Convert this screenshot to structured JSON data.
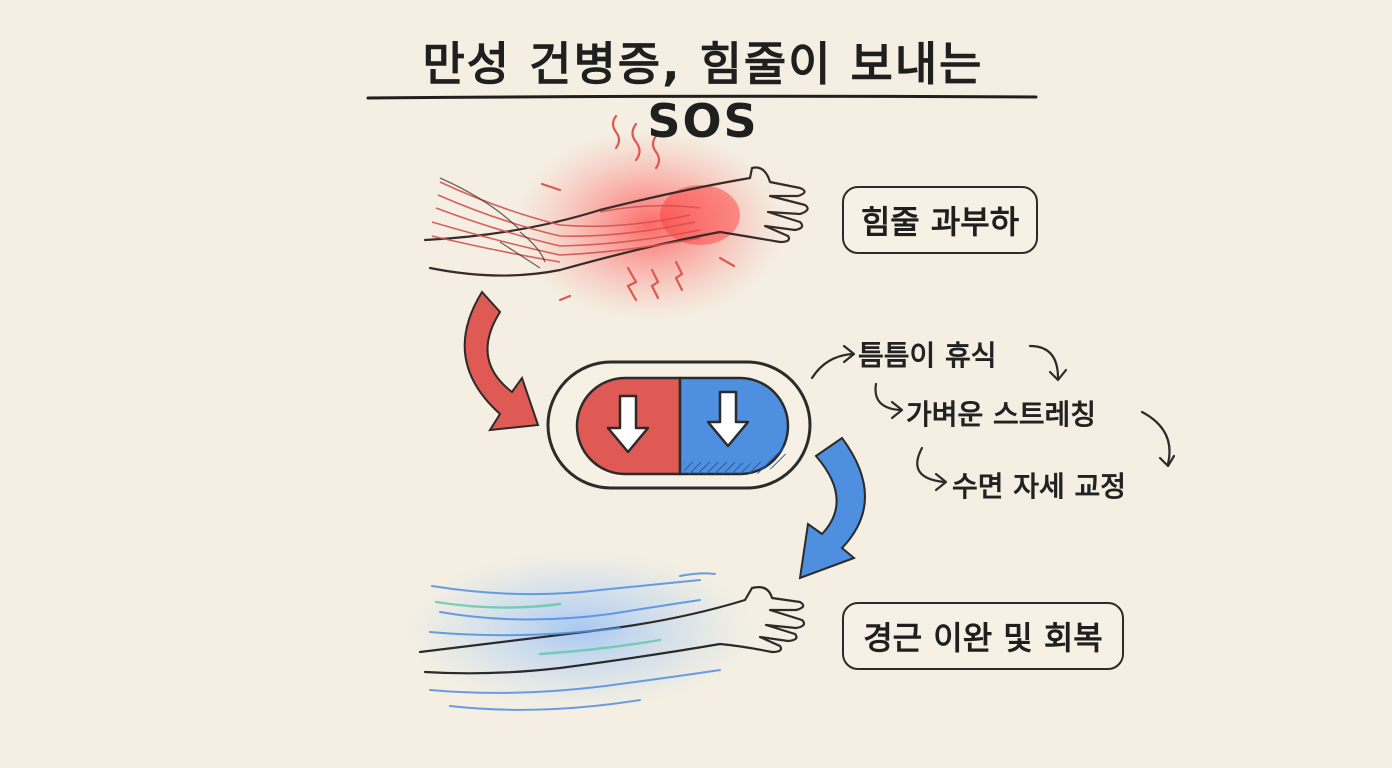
{
  "title": "만성 건병증, 힘줄이 보내는 SOS",
  "labels": {
    "overload": "힘줄 과부하",
    "recovery": "경근 이완 및 회복"
  },
  "steps": [
    "틈틈이 휴식",
    "가벼운 스트레칭",
    "수면 자세 교정"
  ],
  "colors": {
    "red": "#e05a55",
    "blue": "#4f8fe0",
    "ink": "#2b2b2b",
    "paper": "#f4efe2"
  },
  "icons": {
    "inflamed_arm": "inflamed-arm-icon",
    "relaxed_arm": "relaxed-arm-icon",
    "capsule": "capsule-icon",
    "down_arrow": "down-arrow-icon"
  }
}
